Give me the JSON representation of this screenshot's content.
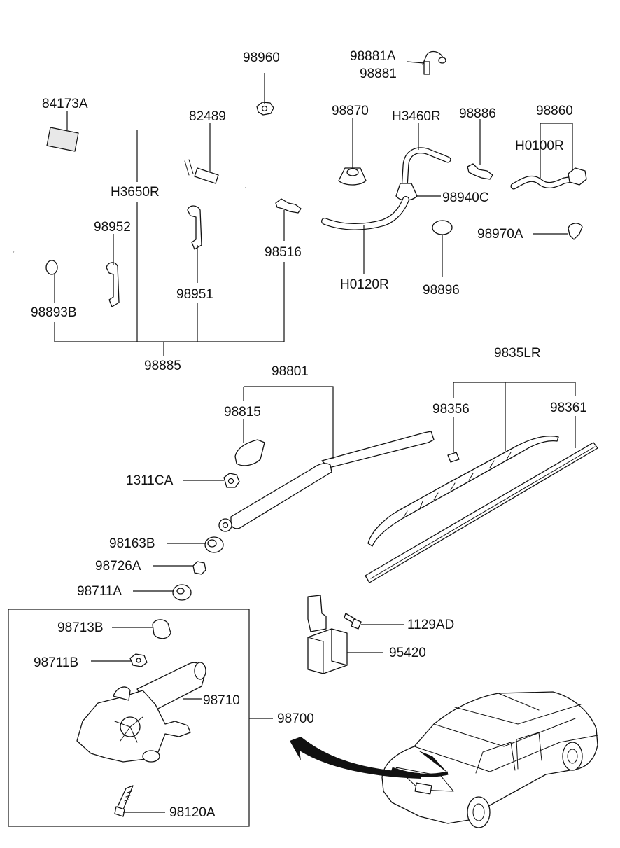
{
  "labels": {
    "p98960": "98960",
    "p98881A": "98881A",
    "p98881": "98881",
    "p84173A": "84173A",
    "p82489": "82489",
    "p98870": "98870",
    "pH3460R": "H3460R",
    "p98886": "98886",
    "p98860": "98860",
    "pH0100R": "H0100R",
    "pH3650R": "H3650R",
    "p98940C": "98940C",
    "p98952": "98952",
    "p98516": "98516",
    "p98970A": "98970A",
    "p98893B": "98893B",
    "p98951": "98951",
    "pH0120R": "H0120R",
    "p98896": "98896",
    "p98885": "98885",
    "p9835LR": "9835LR",
    "p98801": "98801",
    "p98356": "98356",
    "p98361": "98361",
    "p98815": "98815",
    "p1311CA": "1311CA",
    "p98163B": "98163B",
    "p98726A": "98726A",
    "p98711A": "98711A",
    "p1129AD": "1129AD",
    "p98713B": "98713B",
    "p95420": "95420",
    "p98711B": "98711B",
    "p98710": "98710",
    "p98700": "98700",
    "p98120A": "98120A"
  }
}
